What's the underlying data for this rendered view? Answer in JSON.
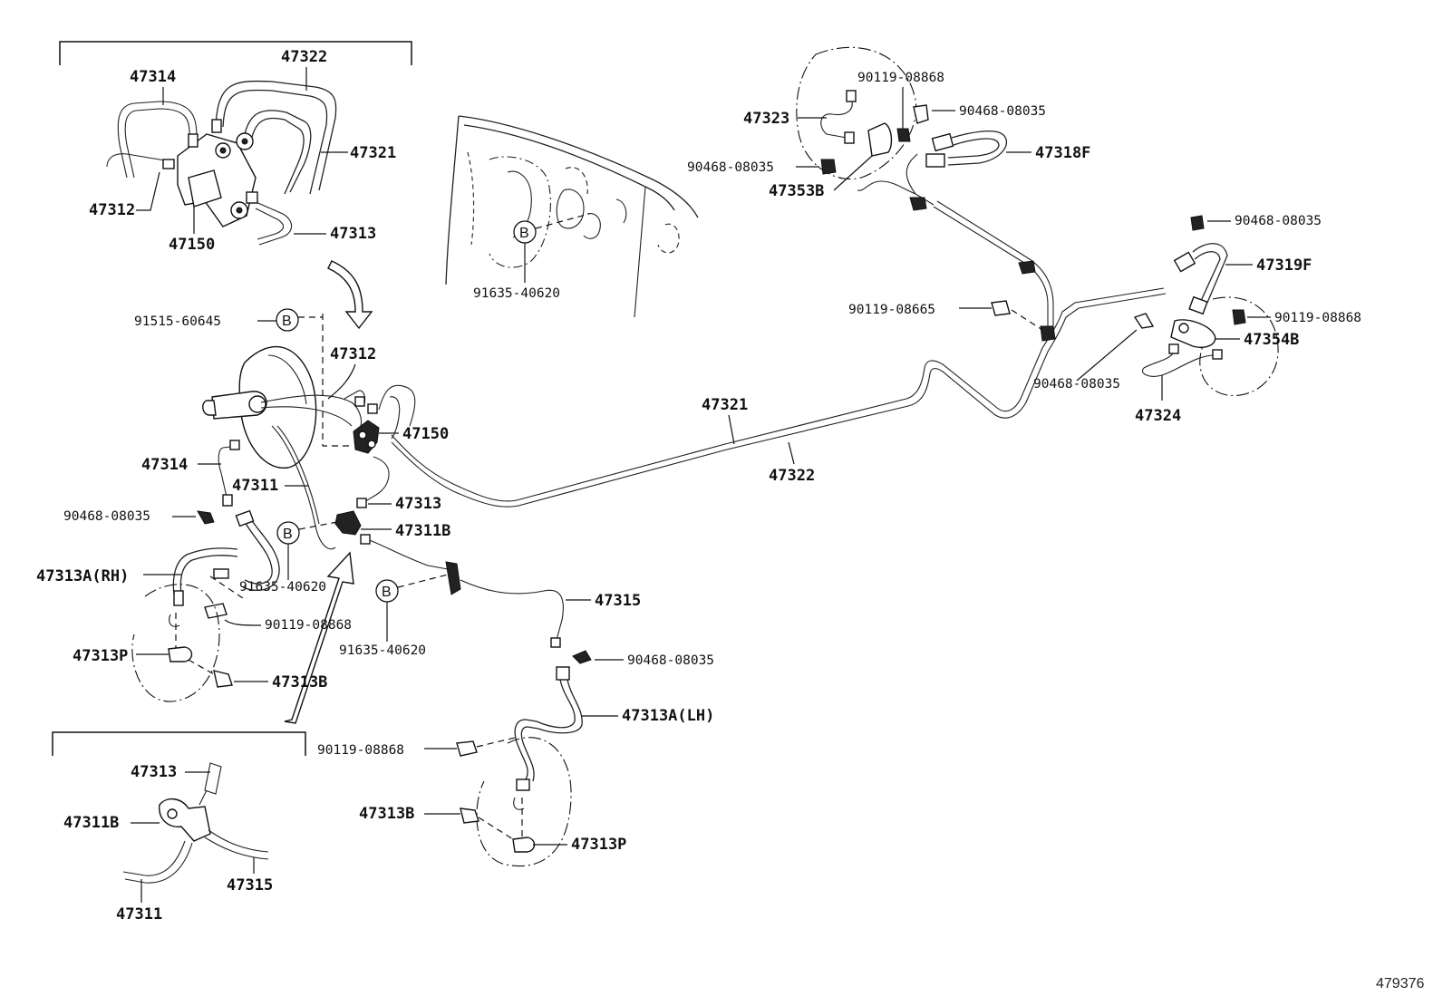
{
  "diagram": {
    "image_id": "479376",
    "labels": {
      "l_47322_top": "47322",
      "l_47314_top": "47314",
      "l_47321_top": "47321",
      "l_47312_top": "47312",
      "l_47150_top": "47150",
      "l_47313_top": "47313",
      "l_91635_mid": "91635-40620",
      "l_91515": "91515-60645",
      "l_47312_mid": "47312",
      "l_47150_mid": "47150",
      "l_47314_mid": "47314",
      "l_47311_mid": "47311",
      "l_47313_mid": "47313",
      "l_47311B_mid": "47311B",
      "l_90468_left": "90468-08035",
      "l_47313A_RH": "47313A(RH)",
      "l_91635_left": "91635-40620",
      "l_90119_left": "90119-08868",
      "l_47313P_left": "47313P",
      "l_91635_lower": "91635-40620",
      "l_47313B_left": "47313B",
      "l_47315": "47315",
      "l_90468_lowmid": "90468-08035",
      "l_47313A_LH": "47313A(LH)",
      "l_90119_lowmid": "90119-08868",
      "l_47313B_low": "47313B",
      "l_47313P_low": "47313P",
      "l_47313_inset": "47313",
      "l_47311B_inset": "47311B",
      "l_47315_inset": "47315",
      "l_47311_inset": "47311",
      "l_47321_main": "47321",
      "l_47322_main": "47322",
      "l_90119_tr": "90119-08868",
      "l_90468_tr": "90468-08035",
      "l_47323": "47323",
      "l_90468_tr2": "90468-08035",
      "l_47353B": "47353B",
      "l_47318F": "47318F",
      "l_90468_r1": "90468-08035",
      "l_47319F": "47319F",
      "l_90119_r": "90119-08665",
      "l_90119_r2": "90119-08868",
      "l_47354B": "47354B",
      "l_90468_r2": "90468-08035",
      "l_47324": "47324",
      "ref_B": "B"
    }
  }
}
